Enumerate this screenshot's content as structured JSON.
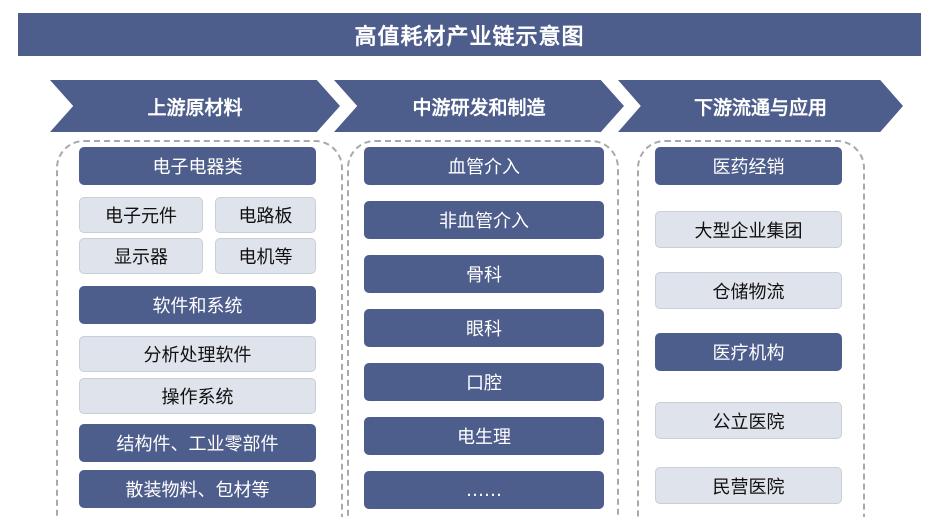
{
  "title": "高值耗材产业链示意图",
  "stages": {
    "upstream": {
      "title": "上游原材料",
      "group1": {
        "header": "电子电器类",
        "items": [
          "电子元件",
          "电路板",
          "显示器",
          "电机等"
        ]
      },
      "group2": {
        "header": "软件和系统",
        "items": [
          "分析处理软件",
          "操作系统"
        ]
      },
      "group3": {
        "header": "结构件、工业零部件"
      },
      "group4": {
        "header": "散装物料、包材等"
      }
    },
    "midstream": {
      "title": "中游研发和制造",
      "items": [
        "血管介入",
        "非血管介入",
        "骨科",
        "眼科",
        "口腔",
        "电生理",
        "……"
      ]
    },
    "downstream": {
      "title": "下游流通与应用",
      "distribution": {
        "header": "医药经销",
        "items": [
          "大型企业集团",
          "仓储物流"
        ]
      },
      "institutions": {
        "header": "医疗机构",
        "items": [
          "公立医院",
          "民营医院"
        ]
      }
    }
  },
  "colors": {
    "dark": "#4e5e8c",
    "light": "#dfe3ec"
  }
}
